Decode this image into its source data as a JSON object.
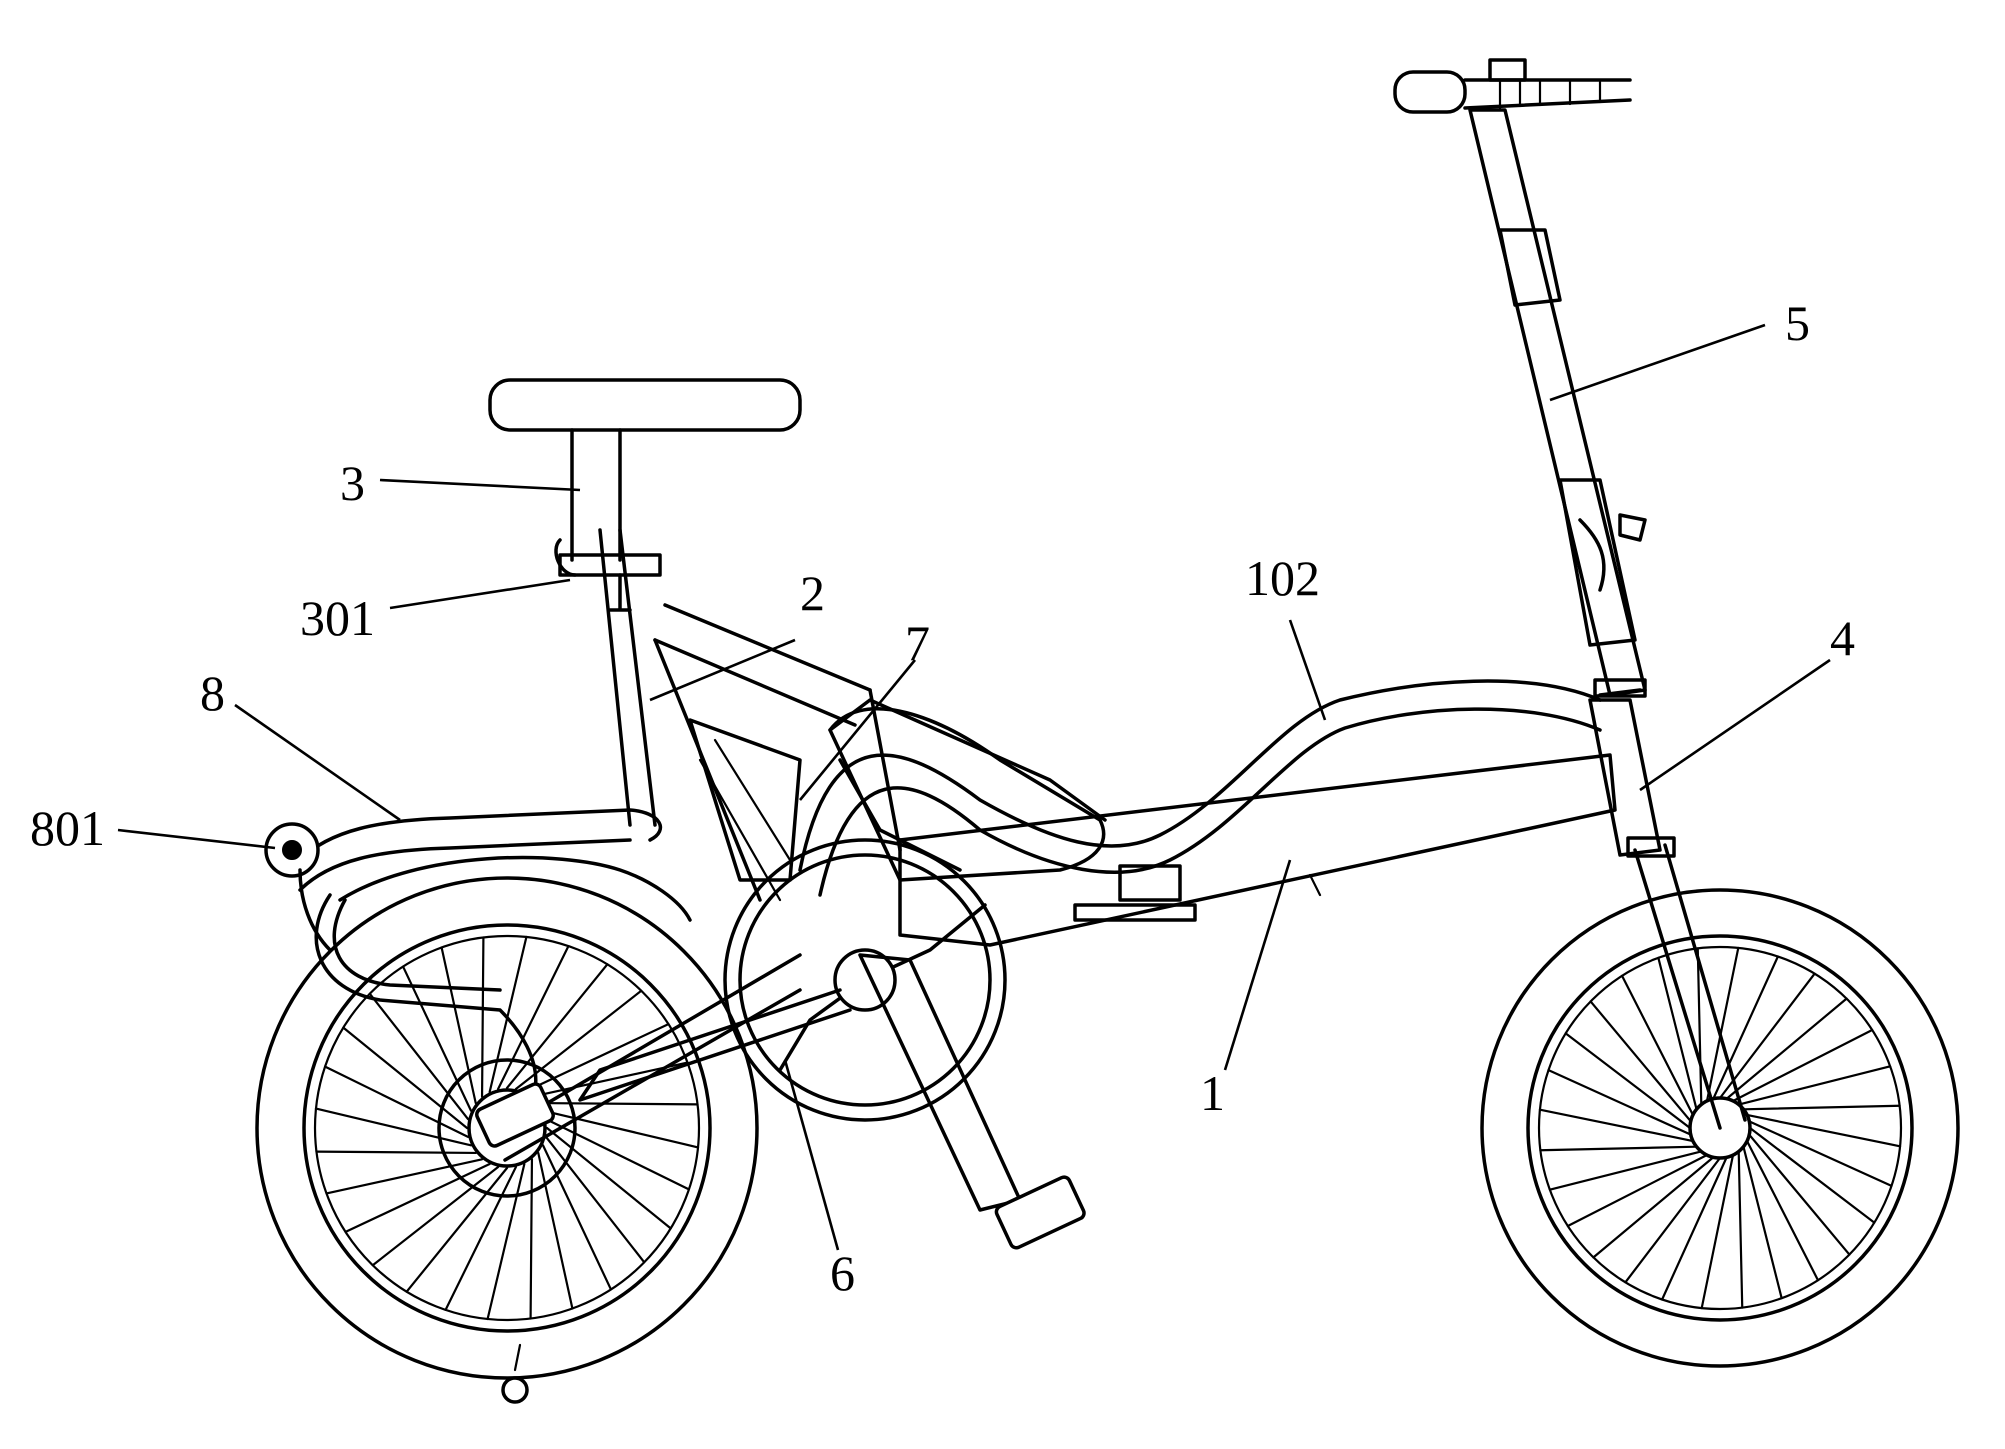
{
  "labels": {
    "l1": "1",
    "l2": "2",
    "l3": "3",
    "l4": "4",
    "l5": "5",
    "l6": "6",
    "l7": "7",
    "l8": "8",
    "l102": "102",
    "l301": "301",
    "l801": "801"
  }
}
